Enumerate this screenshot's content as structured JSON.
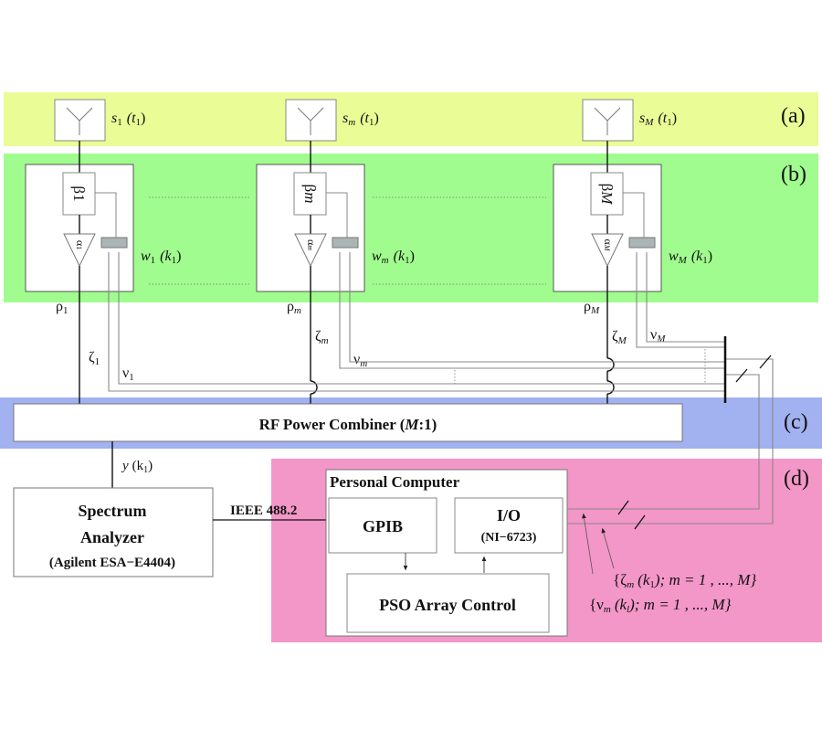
{
  "colors": {
    "band_a": "#e9fc96",
    "band_b": "#a0fc8e",
    "band_c": "#a2b1f0",
    "band_d": "#f396c8",
    "box_stroke": "#666666",
    "signal_wire": "#111111",
    "control_wire": "#888888",
    "weight_block": "#aab5b5"
  },
  "band_labels": {
    "a": "(a)",
    "b": "(b)",
    "c": "(c)",
    "d": "(d)"
  },
  "elements": [
    {
      "antenna_signal": {
        "var": "s",
        "sub": "1",
        "arg": "(t",
        "arg_sub": "1",
        "close": ")"
      },
      "phase": {
        "sym": "β",
        "sub": "1"
      },
      "amp": {
        "sym": "α",
        "sub": "1"
      },
      "weight": {
        "var": "w",
        "sub": "1",
        "arg": "(k",
        "arg_sub": "1",
        "close": ")"
      },
      "rho": {
        "sym": "ρ",
        "sub": "1"
      },
      "zeta": {
        "sym": "ζ",
        "sub": "1"
      },
      "nu": {
        "sym": "ν",
        "sub": "1"
      }
    },
    {
      "antenna_signal": {
        "var": "s",
        "sub": "m",
        "arg": "(t",
        "arg_sub": "1",
        "close": ")"
      },
      "phase": {
        "sym": "β",
        "sub": "m"
      },
      "amp": {
        "sym": "α",
        "sub": "m"
      },
      "weight": {
        "var": "w",
        "sub": "m",
        "arg": "(k",
        "arg_sub": "1",
        "close": ")"
      },
      "rho": {
        "sym": "ρ",
        "sub": "m"
      },
      "zeta": {
        "sym": "ζ",
        "sub": "m"
      },
      "nu": {
        "sym": "ν",
        "sub": "m"
      }
    },
    {
      "antenna_signal": {
        "var": "s",
        "sub": "M",
        "arg": "(t",
        "arg_sub": "1",
        "close": ")"
      },
      "phase": {
        "sym": "β",
        "sub": "M"
      },
      "amp": {
        "sym": "α",
        "sub": "M"
      },
      "weight": {
        "var": "w",
        "sub": "M",
        "arg": "(k",
        "arg_sub": "1",
        "close": ")"
      },
      "rho": {
        "sym": "ρ",
        "sub": "M"
      },
      "zeta": {
        "sym": "ζ",
        "sub": "M"
      },
      "nu": {
        "sym": "ν",
        "sub": "M"
      }
    }
  ],
  "combiner": {
    "label": "RF Power Combiner (",
    "label_var": "M",
    "label_end": ":1)"
  },
  "output": {
    "var": "y",
    "arg": "(k",
    "arg_sub": "1",
    "close": ")"
  },
  "analyzer": {
    "line1": "Spectrum",
    "line2": "Analyzer",
    "line3": "(Agilent ESA−E4404)"
  },
  "bus_label": "IEEE 488.2",
  "pc": {
    "title": "Personal Computer",
    "gpib": "GPIB",
    "io_line1": "I/O",
    "io_line2": "(NI−6723)",
    "pso": "PSO Array Control"
  },
  "annotations": {
    "zeta_set": {
      "open": "{",
      "sym": "ζ",
      "sub": "m",
      "arg": "(k",
      "arg_sub": "1",
      "rest": "); m = 1 , ..., M}"
    },
    "nu_set": {
      "open": "{",
      "sym": "ν",
      "sub": "m",
      "arg": "(k",
      "arg_sub": "l",
      "rest": "); m = 1 , ..., M}"
    }
  }
}
